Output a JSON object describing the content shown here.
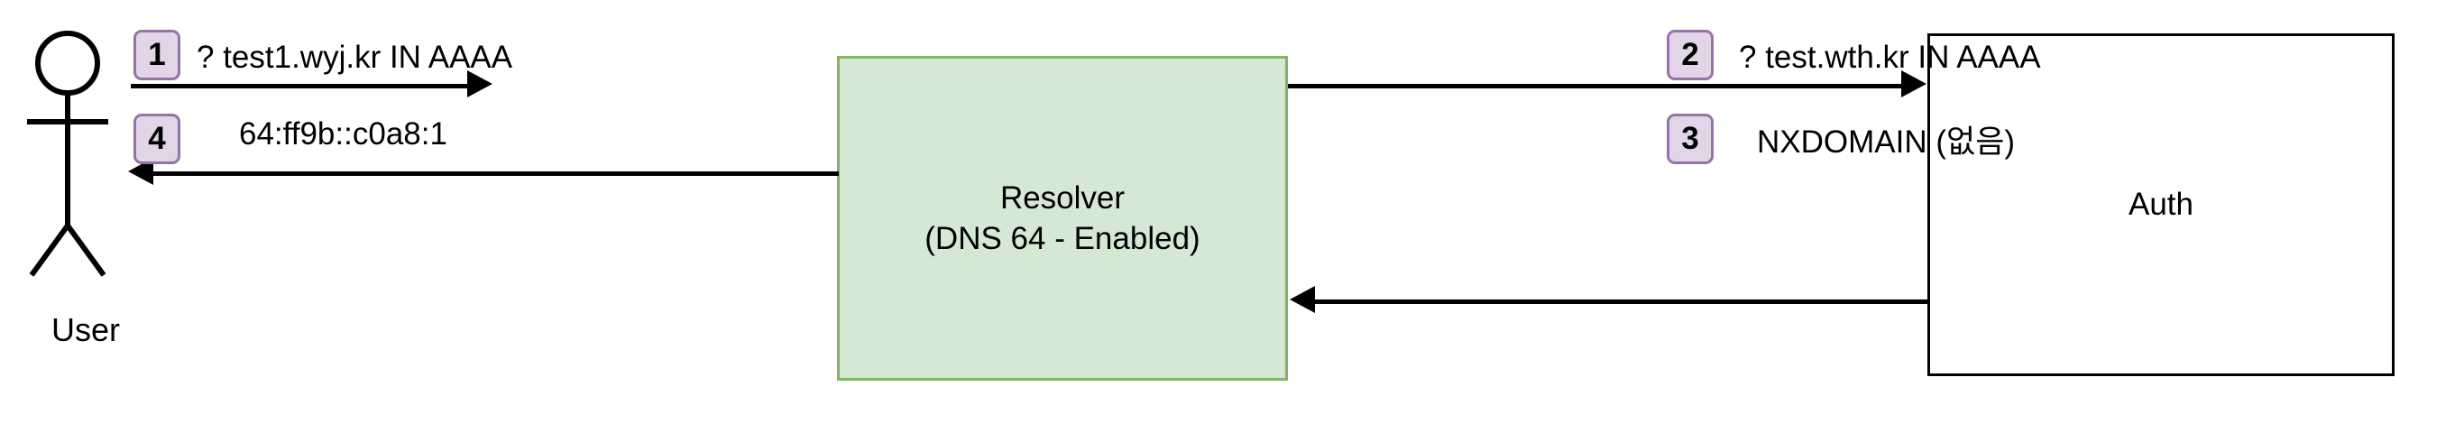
{
  "diagram": {
    "title": "DNS64 resolution flow",
    "colors": {
      "resolver_fill": "#d5e8d4",
      "resolver_stroke": "#82b366",
      "badge_fill": "#e1d5e7",
      "badge_stroke": "#9673a6",
      "line": "#000000",
      "background": "#ffffff"
    }
  },
  "actor": {
    "icon": "stick-figure-actor-icon",
    "label": "User"
  },
  "nodes": [
    {
      "id": "resolver",
      "line1": "Resolver",
      "line2": "(DNS 64 - Enabled)"
    },
    {
      "id": "auth",
      "label": "Auth"
    }
  ],
  "steps": [
    {
      "number": "1",
      "label": "? test1.wyj.kr IN AAAA",
      "direction": "right",
      "from": "User",
      "to": "Resolver"
    },
    {
      "number": "2",
      "label": "? test.wth.kr IN AAAA",
      "direction": "right",
      "from": "Resolver",
      "to": "Auth"
    },
    {
      "number": "3",
      "label": "NXDOMAIN (없음)",
      "direction": "left",
      "from": "Auth",
      "to": "Resolver"
    },
    {
      "number": "4",
      "label": "64:ff9b::c0a8:1",
      "direction": "left",
      "from": "Resolver",
      "to": "User"
    }
  ]
}
